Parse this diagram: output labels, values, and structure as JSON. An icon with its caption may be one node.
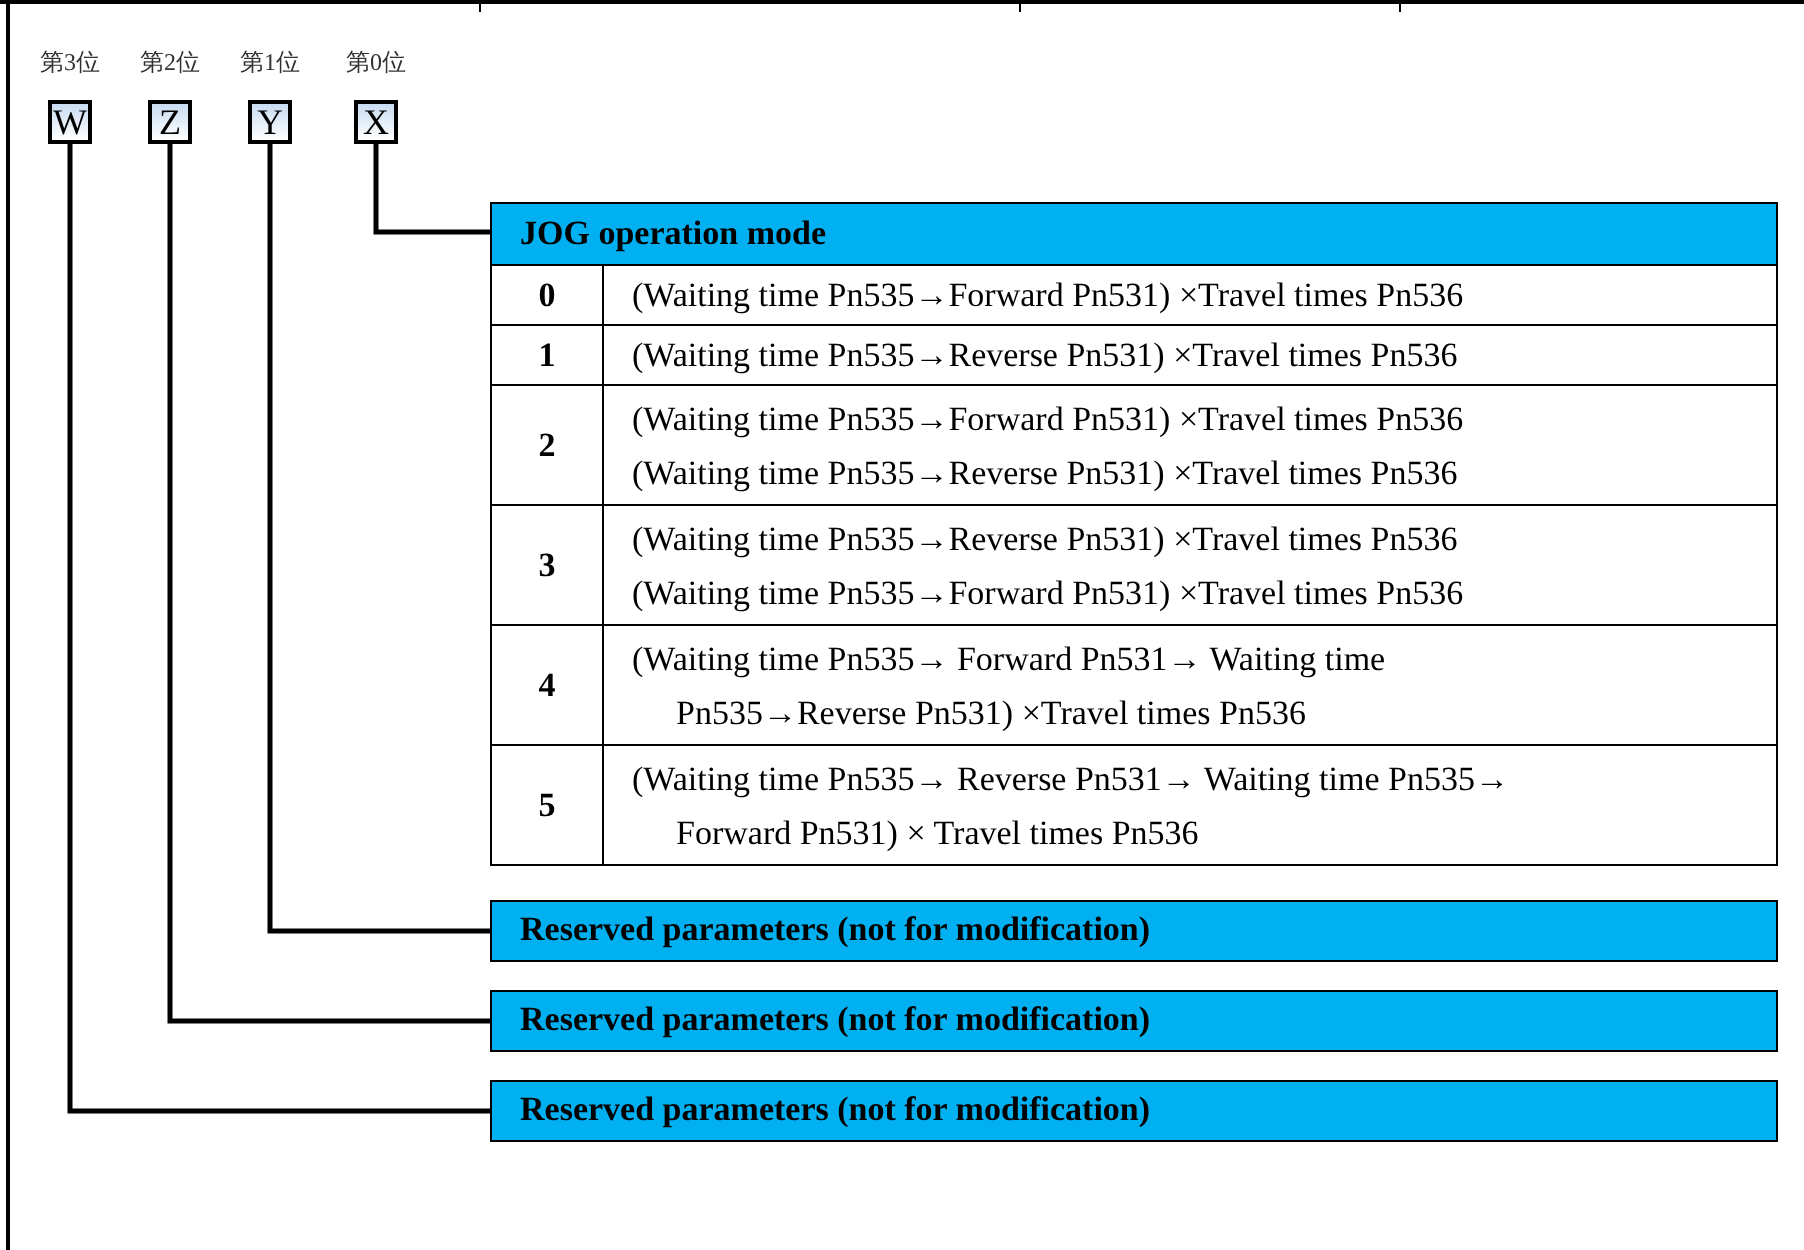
{
  "diagram": {
    "nodes": [
      {
        "text": [
          "W"
        ],
        "beside": [
          "第3位"
        ]
      },
      {
        "text": [
          "Z"
        ],
        "beside": [
          "第2位"
        ]
      },
      {
        "text": [
          "Y"
        ],
        "beside": [
          "第1位"
        ]
      },
      {
        "text": [
          "X"
        ],
        "beside": [
          "第0位"
        ]
      },
      {
        "text": [
          "JOG operation mode"
        ]
      },
      {
        "text": [
          "Reserved parameters (not for modification)"
        ]
      },
      {
        "text": [
          "Reserved parameters (not for modification)"
        ]
      },
      {
        "text": [
          "Reserved parameters (not for modification)"
        ]
      }
    ],
    "edges": [
      {
        "from": 3,
        "to": 4,
        "arrow": "none"
      },
      {
        "from": 2,
        "to": 5,
        "arrow": "none"
      },
      {
        "from": 1,
        "to": 6,
        "arrow": "none"
      },
      {
        "from": 0,
        "to": 7,
        "arrow": "none"
      }
    ],
    "labels": [
      "0",
      "(Waiting time Pn535→Forward Pn531) ×Travel times Pn536",
      "1",
      "(Waiting time Pn535→Reverse Pn531) ×Travel times Pn536",
      "2",
      "(Waiting time Pn535→Forward Pn531) ×Travel times Pn536",
      "(Waiting time Pn535→Reverse Pn531) ×Travel times Pn536",
      "3",
      "(Waiting time Pn535→Reverse Pn531) ×Travel times Pn536",
      "(Waiting time Pn535→Forward Pn531) ×Travel times Pn536",
      "4",
      "(Waiting time Pn535→ Forward Pn531→ Waiting time Pn535→Reverse Pn531) ×Travel times Pn536",
      "5",
      "(Waiting time Pn535→ Reverse Pn531→ Waiting time Pn535→ Forward Pn531) × Travel times Pn536"
    ]
  }
}
